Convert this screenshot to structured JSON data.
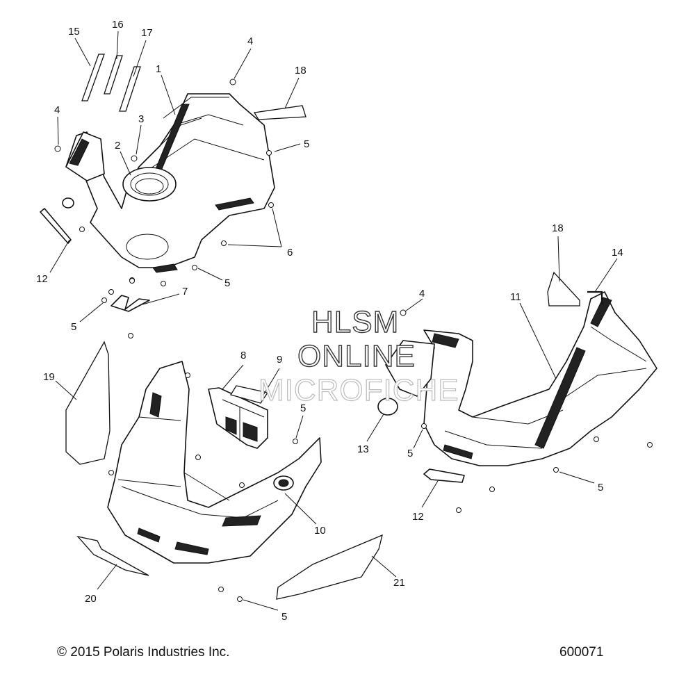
{
  "copyright": "© 2015 Polaris Industries Inc.",
  "drawing_number": "600071",
  "watermark": [
    "HLSM",
    "ONLINE",
    "MICROFICHE"
  ],
  "callouts": [
    "15",
    "16",
    "17",
    "1",
    "4",
    "18",
    "3",
    "2",
    "4",
    "5",
    "6",
    "12",
    "5",
    "7",
    "5",
    "19",
    "8",
    "9",
    "5",
    "10",
    "20",
    "5",
    "21",
    "4",
    "11",
    "13",
    "5",
    "12",
    "5",
    "18",
    "14"
  ]
}
